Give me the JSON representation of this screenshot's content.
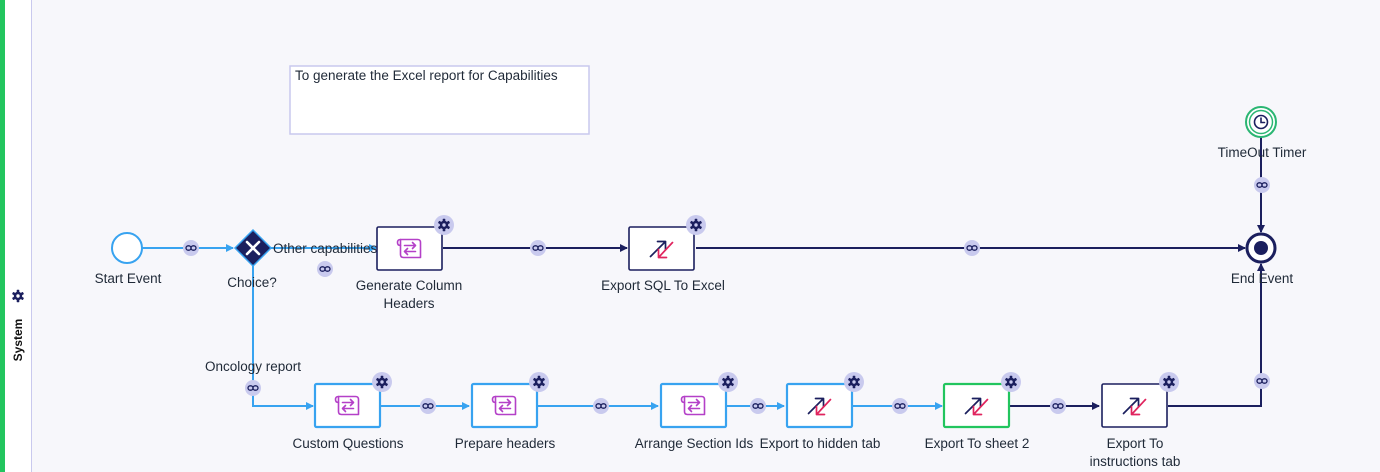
{
  "lane": {
    "title": "System",
    "icon": "gear-icon"
  },
  "annotation": {
    "text": "To generate the Excel report for Capabilities"
  },
  "events": {
    "start": {
      "label": "Start Event",
      "icon": "start-event-circle"
    },
    "end": {
      "label": "End Event",
      "icon": "end-event-circle"
    },
    "timer": {
      "label": "TimeOut Timer",
      "icon": "clock-icon"
    }
  },
  "gateway": {
    "label": "Choice?",
    "icon": "exclusive-gateway-x-icon"
  },
  "flows": {
    "other": "Other capabilities",
    "oncology": "Oncology report"
  },
  "tasks": [
    {
      "id": "generate-column-headers",
      "label": [
        "Generate Column",
        "Headers"
      ],
      "kind": "script",
      "icon": "script-scroll-icon"
    },
    {
      "id": "export-sql-to-excel",
      "label": [
        "Export SQL To Excel"
      ],
      "kind": "export",
      "icon": "export-arrows-icon"
    },
    {
      "id": "custom-questions",
      "label": [
        "Custom Questions"
      ],
      "kind": "script",
      "icon": "script-scroll-icon"
    },
    {
      "id": "prepare-headers",
      "label": [
        "Prepare headers"
      ],
      "kind": "script",
      "icon": "script-scroll-icon"
    },
    {
      "id": "arrange-section-ids",
      "label": [
        "Arrange Section Ids"
      ],
      "kind": "script",
      "icon": "script-scroll-icon"
    },
    {
      "id": "export-to-hidden-tab",
      "label": [
        "Export to hidden tab"
      ],
      "kind": "export",
      "icon": "export-arrows-icon"
    },
    {
      "id": "export-to-sheet-2",
      "label": [
        "Export  To sheet 2"
      ],
      "kind": "export",
      "icon": "export-arrows-icon"
    },
    {
      "id": "export-to-instructions-tab",
      "label": [
        "Export  To",
        "instructions tab"
      ],
      "kind": "export",
      "icon": "export-arrows-icon"
    }
  ],
  "colors": {
    "done_flow": "#38a3f0",
    "pending_flow": "#1b1f5e",
    "node_border": "#1b1f5e",
    "active_border": "#38a3f0",
    "current_border": "#22c55e",
    "link_badge": "#c9caee",
    "gear_badge": "#c9caee",
    "script_icon": "#b440c8",
    "arrow_up": "#1b1f5e",
    "arrow_down": "#e0245e"
  }
}
